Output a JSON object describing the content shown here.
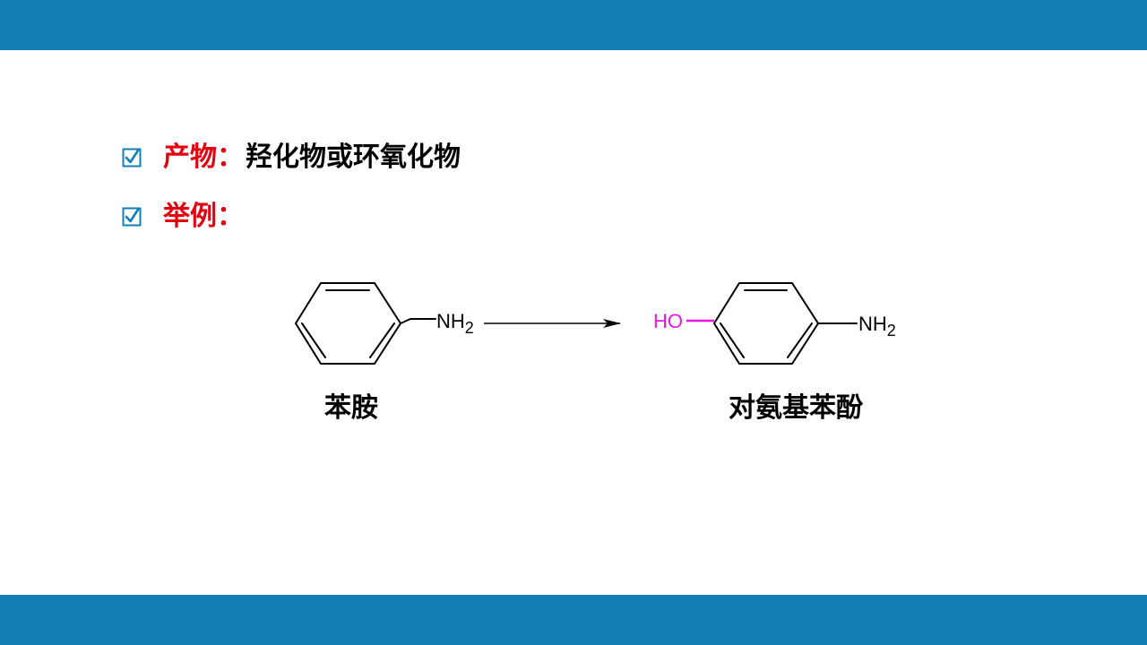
{
  "colors": {
    "bar": "#137fb7",
    "label_red": "#e3000f",
    "checkbox": "#137fb7",
    "hydroxyl_magenta": "#e619e6",
    "bond": "#000000"
  },
  "icons": {
    "checkbox": "checked-box-icon",
    "arrow": "reaction-arrow-icon"
  },
  "bullets": [
    {
      "label": "产物：",
      "value": "羟化物或环氧化物"
    },
    {
      "label": "举例：",
      "value": ""
    }
  ],
  "reaction": {
    "reactant": {
      "name": "苯胺",
      "substituent": {
        "main": "NH",
        "subscript": "2"
      }
    },
    "product": {
      "name": "对氨基苯酚",
      "hydroxyl": "HO",
      "substituent": {
        "main": "NH",
        "subscript": "2"
      }
    }
  }
}
